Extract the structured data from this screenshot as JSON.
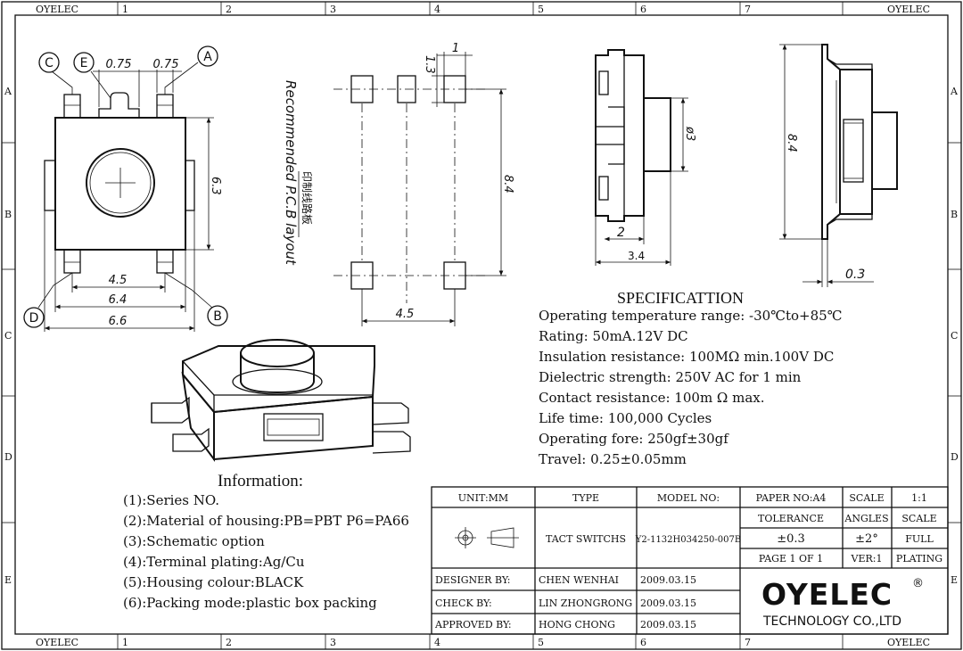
{
  "border": {
    "corner_labels": {
      "top_left": "OYELEC",
      "top_right": "OYELEC",
      "bottom_left": "OYELEC",
      "bottom_right": "OYELEC"
    },
    "columns": [
      "1",
      "2",
      "3",
      "4",
      "5",
      "6",
      "7"
    ],
    "rows": [
      "A",
      "B",
      "C",
      "D",
      "E"
    ]
  },
  "top_view": {
    "pin_labels": {
      "c": "C",
      "e": "E",
      "a": "A",
      "d": "D",
      "b": "B"
    },
    "dims": {
      "pitch_left": "0.75",
      "pitch_right": "0.75",
      "height": "6.3",
      "pin_span": "4.5",
      "body_width": "6.4",
      "overall_width": "6.6"
    }
  },
  "pcb_layout": {
    "title_en": "Recommended P.C.B layout",
    "title_cn": "印制线路板",
    "dims": {
      "pad_width": "1",
      "pad_height": "1.3",
      "pitch_y": "8.4",
      "pitch_x": "4.5"
    }
  },
  "side_view": {
    "dims": {
      "diameter": "ø3",
      "stem": "2",
      "width": "3.4"
    }
  },
  "end_view": {
    "dims": {
      "length": "8.4",
      "lead": "0.3"
    }
  },
  "specification": {
    "title": "SPECIFICATTION",
    "lines": [
      "Operating temperature range: -30℃to+85℃",
      "Rating: 50mA.12V DC",
      "Insulation resistance: 100MΩ min.100V DC",
      "Dielectric strength: 250V AC for 1 min",
      "Contact resistance: 100m Ω max.",
      "Life time: 100,000 Cycles",
      "Operating fore: 250gf±30gf",
      "Travel: 0.25±0.05mm"
    ]
  },
  "information": {
    "title": "Information:",
    "lines": [
      "(1):Series NO.",
      "(2):Material of housing:PB=PBT P6=PA66",
      "(3):Schematic option",
      "(4):Terminal plating:Ag/Cu",
      "(5):Housing colour:BLACK",
      "(6):Packing mode:plastic box packing"
    ]
  },
  "title_block": {
    "unit_label": "UNIT:MM",
    "type_label": "TYPE",
    "model_label": "MODEL NO:",
    "paper_label": "PAPER NO:A4",
    "scale_label": "SCALE",
    "scale_value": "1:1",
    "type_value": "TACT SWITCHS",
    "model_value": "Y2-1132H034250-007B",
    "tolerance_label": "TOLERANCE",
    "angles_label": "ANGLES",
    "scale_label2": "SCALE",
    "tolerance_value": "±0.3",
    "angles_value": "±2°",
    "scale_value2": "FULL",
    "page": "PAGE 1 OF 1",
    "ver": "VER:1",
    "plating": "PLATING",
    "designer_label": "DESIGNER BY:",
    "designer": "CHEN WENHAI",
    "designer_date": "2009.03.15",
    "check_label": "CHECK BY:",
    "checker": "LIN ZHONGRONG",
    "check_date": "2009.03.15",
    "approved_label": "APPROVED BY:",
    "approver": "HONG CHONG",
    "approved_date": "2009.03.15",
    "logo_text": "OYELEC",
    "logo_mark": "®",
    "company": "TECHNOLOGY CO.,LTD"
  }
}
